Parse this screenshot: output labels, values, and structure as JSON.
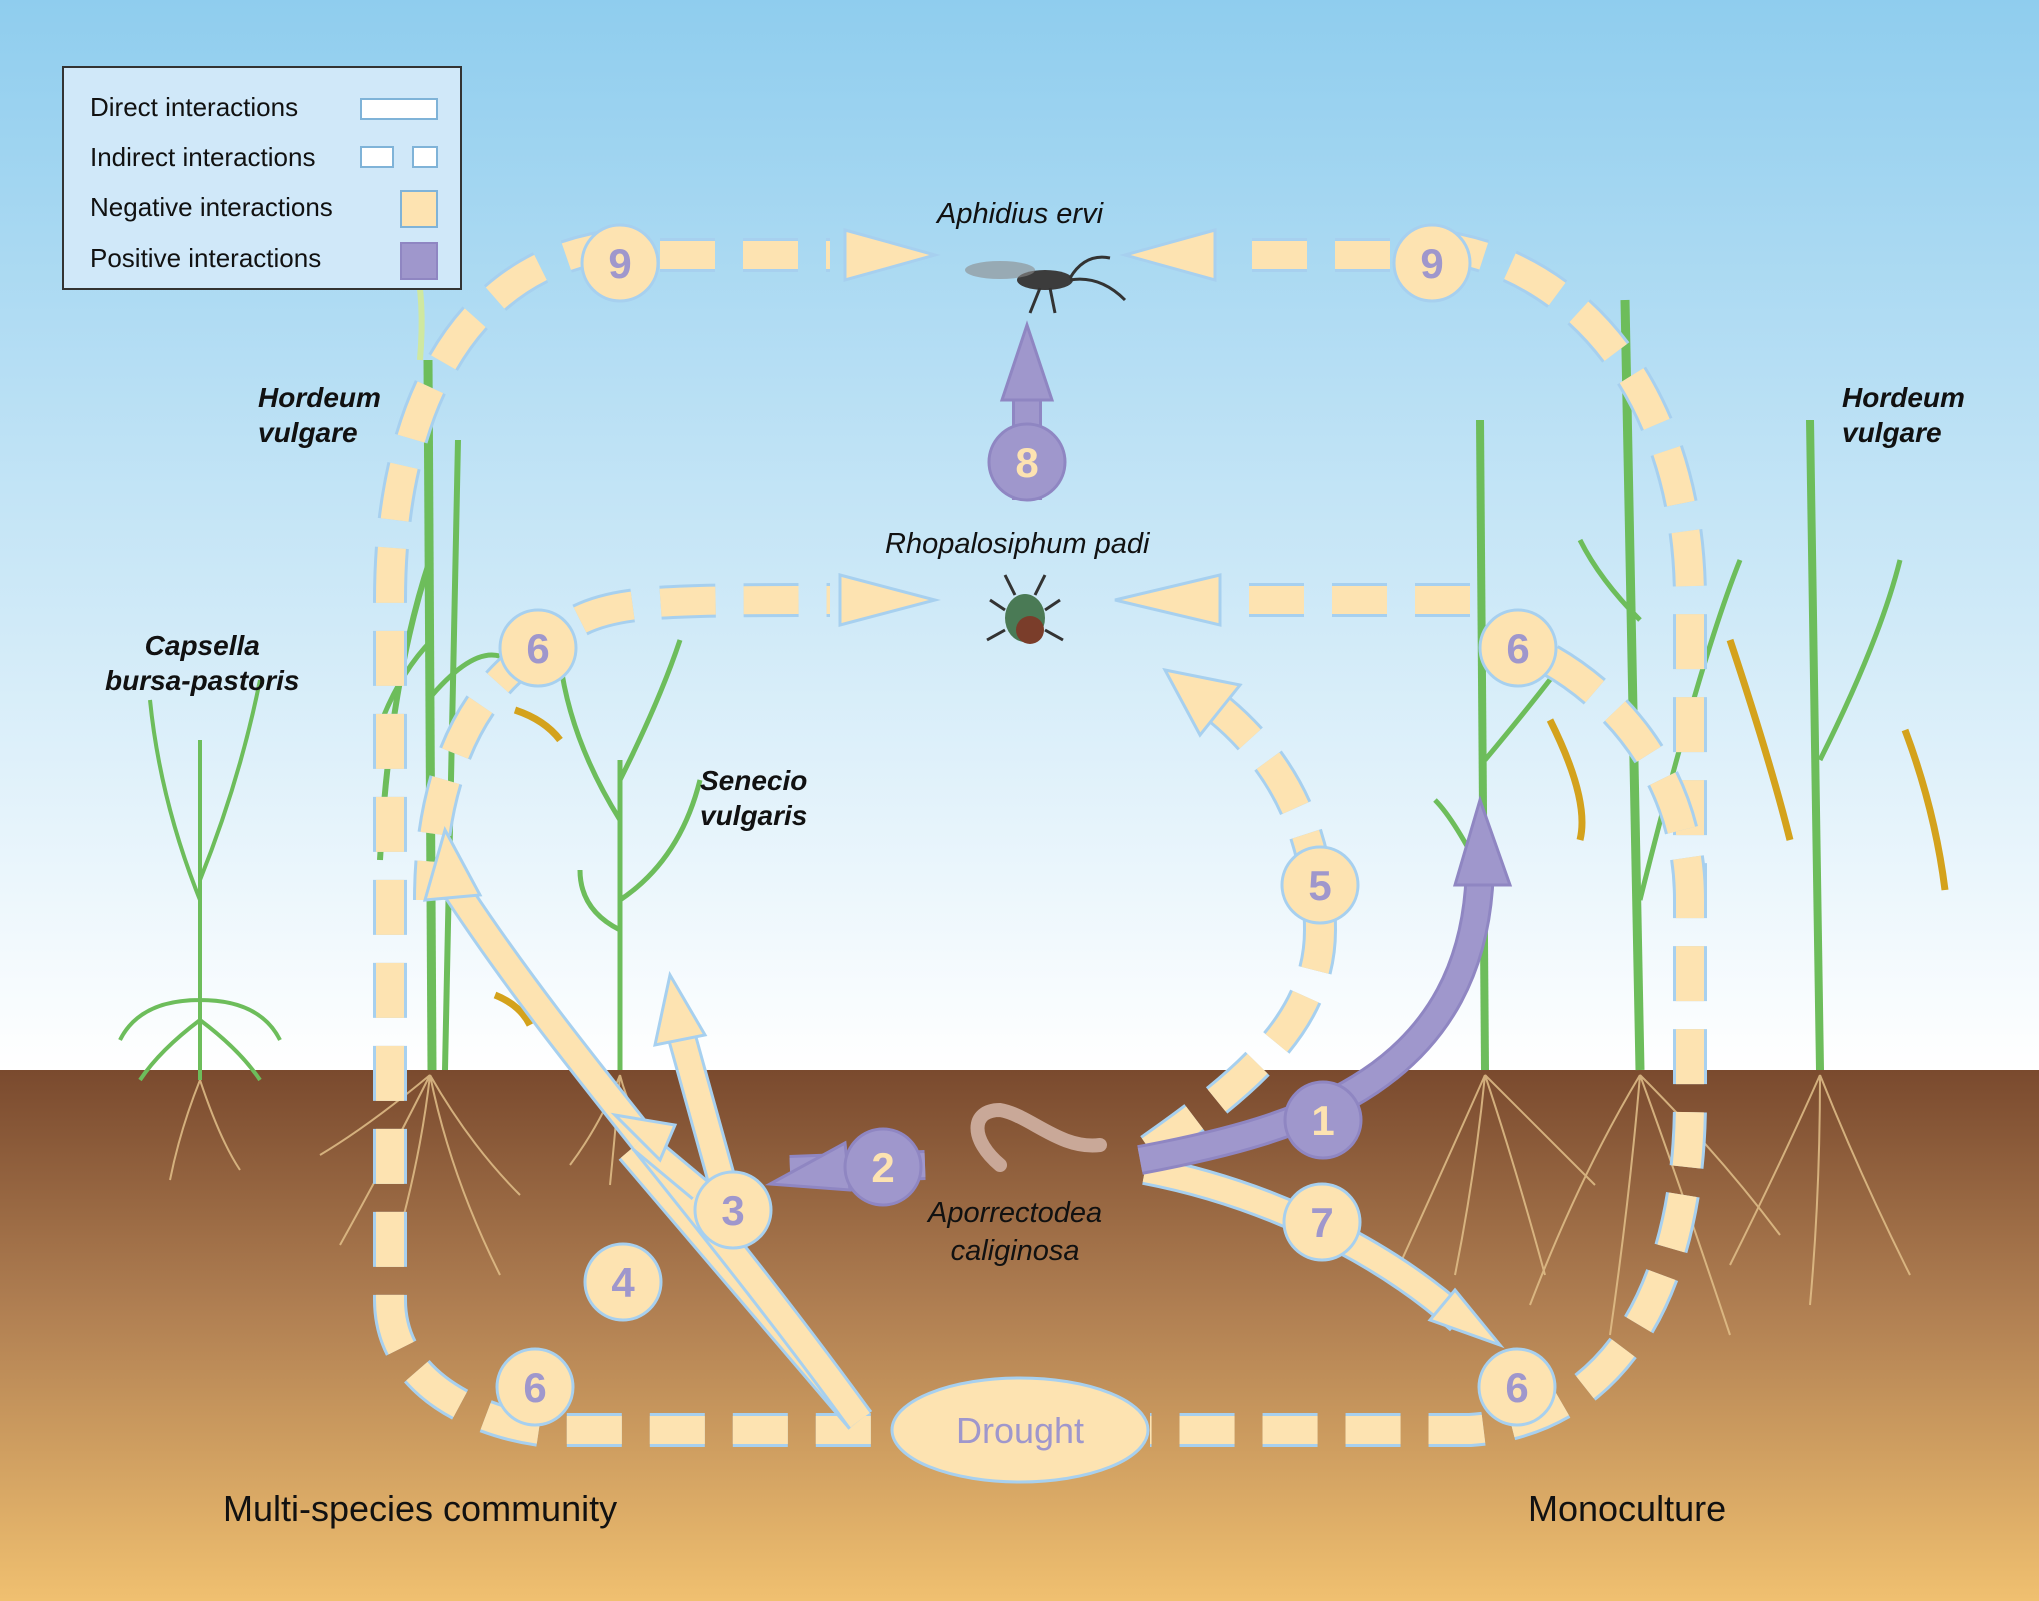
{
  "legend": {
    "items": [
      {
        "label": "Direct interactions",
        "swatch": "direct"
      },
      {
        "label": "Indirect interactions",
        "swatch": "indirect"
      },
      {
        "label": "Negative interactions",
        "swatch": "negative",
        "color": "#fde3b1"
      },
      {
        "label": "Positive interactions",
        "swatch": "positive",
        "color": "#9f97cc"
      }
    ]
  },
  "species": {
    "aphidius": "Aphidius ervi",
    "rhopalosiphum": "Rhopalosiphum padi",
    "hordeum_left": "Hordeum\nvulgare",
    "hordeum_right": "Hordeum\nvulgare",
    "capsella": "Capsella\nbursa-pastoris",
    "senecio": "Senecio\nvulgaris",
    "aporrectodea": "Aporrectodea\ncaliginosa"
  },
  "stressor": "Drought",
  "communities": {
    "left": "Multi-species community",
    "right": "Monoculture"
  },
  "badges": [
    "9",
    "9",
    "8",
    "6",
    "6",
    "5",
    "1",
    "2",
    "3",
    "4",
    "7",
    "6",
    "6"
  ],
  "colors": {
    "negative": "#fde3b1",
    "positive": "#9f97cc",
    "outline": "#a7d0ef",
    "negative_number": "#9f97cc",
    "positive_number": "#fde3b1",
    "sky_top": "#8fcdee",
    "sky_bottom": "#ffffff",
    "soil_top": "#7a4a2e",
    "soil_bottom": "#f0c070"
  }
}
